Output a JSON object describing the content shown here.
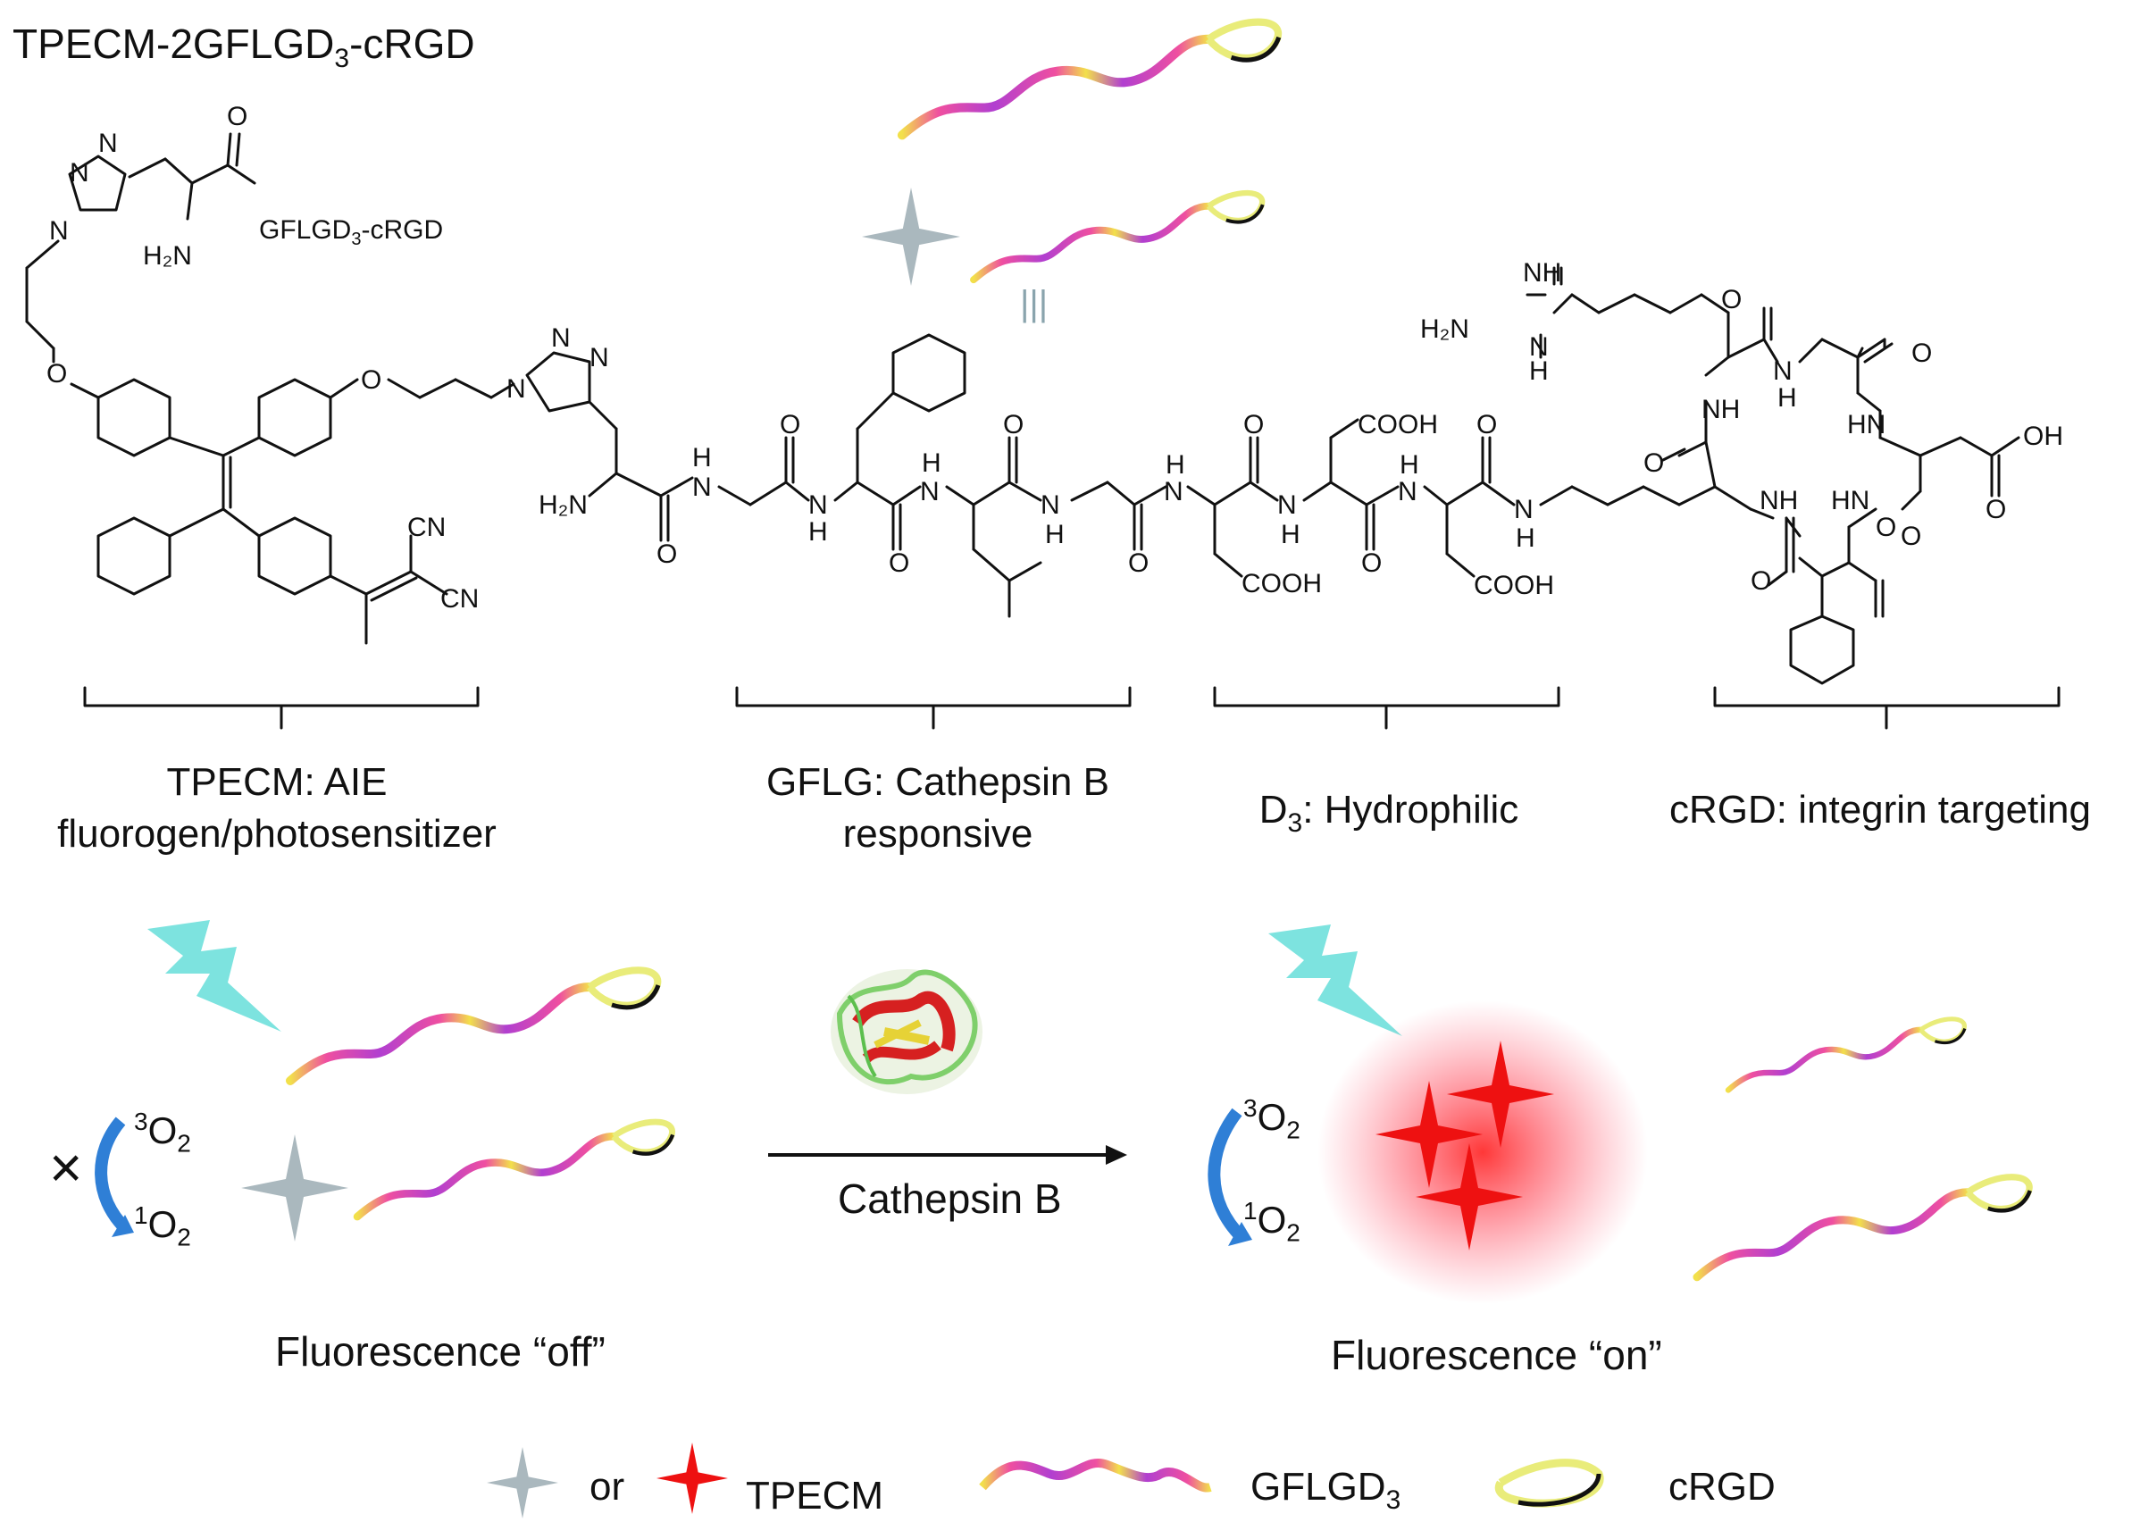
{
  "title": {
    "main": "TPECM-2GFLGD",
    "sub": "3",
    "tail": "-cRGD"
  },
  "structure": {
    "top_branch_label": {
      "main": "GFLGD",
      "sub": "3",
      "tail": "-cRGD"
    },
    "equals_sign": "|||",
    "atoms": {
      "n": "N",
      "nh": "NH",
      "hn": "HN",
      "h": "H",
      "o": "O",
      "h2n": "H₂N",
      "cn": "CN",
      "cooh": "COOH",
      "oh": "OH"
    }
  },
  "segments": [
    {
      "label_line1": "TPECM: AIE",
      "label_line2": "fluorogen/photosensitizer"
    },
    {
      "label_line1": "GFLG: Cathepsin B",
      "label_line2": "responsive"
    },
    {
      "label_line1_main": "D",
      "label_line1_sub": "3",
      "label_line1_tail": ": Hydrophilic"
    },
    {
      "label_line1": "cRGD: integrin targeting"
    }
  ],
  "reaction": {
    "enzyme_label": "Cathepsin B",
    "left_state": "Fluorescence “off”",
    "right_state": "Fluorescence “on”",
    "oxygen_triplet": {
      "sup": "3",
      "main": "O",
      "sub": "2"
    },
    "oxygen_singlet": {
      "sup": "1",
      "main": "O",
      "sub": "2"
    },
    "blocked_mark": "×"
  },
  "legend": {
    "or_text": "or",
    "tpecm_label": "TPECM",
    "peptide_label": {
      "main": "GFLGD",
      "sub": "3"
    },
    "crgd_label": "cRGD"
  },
  "colors": {
    "peptide_purple": "#b13fd0",
    "peptide_pink": "#ef4fa0",
    "peptide_yellow": "#f2e04a",
    "crgd_yellow": "#e9ec7a",
    "star_off": "#aab8be",
    "star_on": "#ee1111",
    "lightning": "#7de3df",
    "arrow_blue": "#2f7fd6"
  }
}
